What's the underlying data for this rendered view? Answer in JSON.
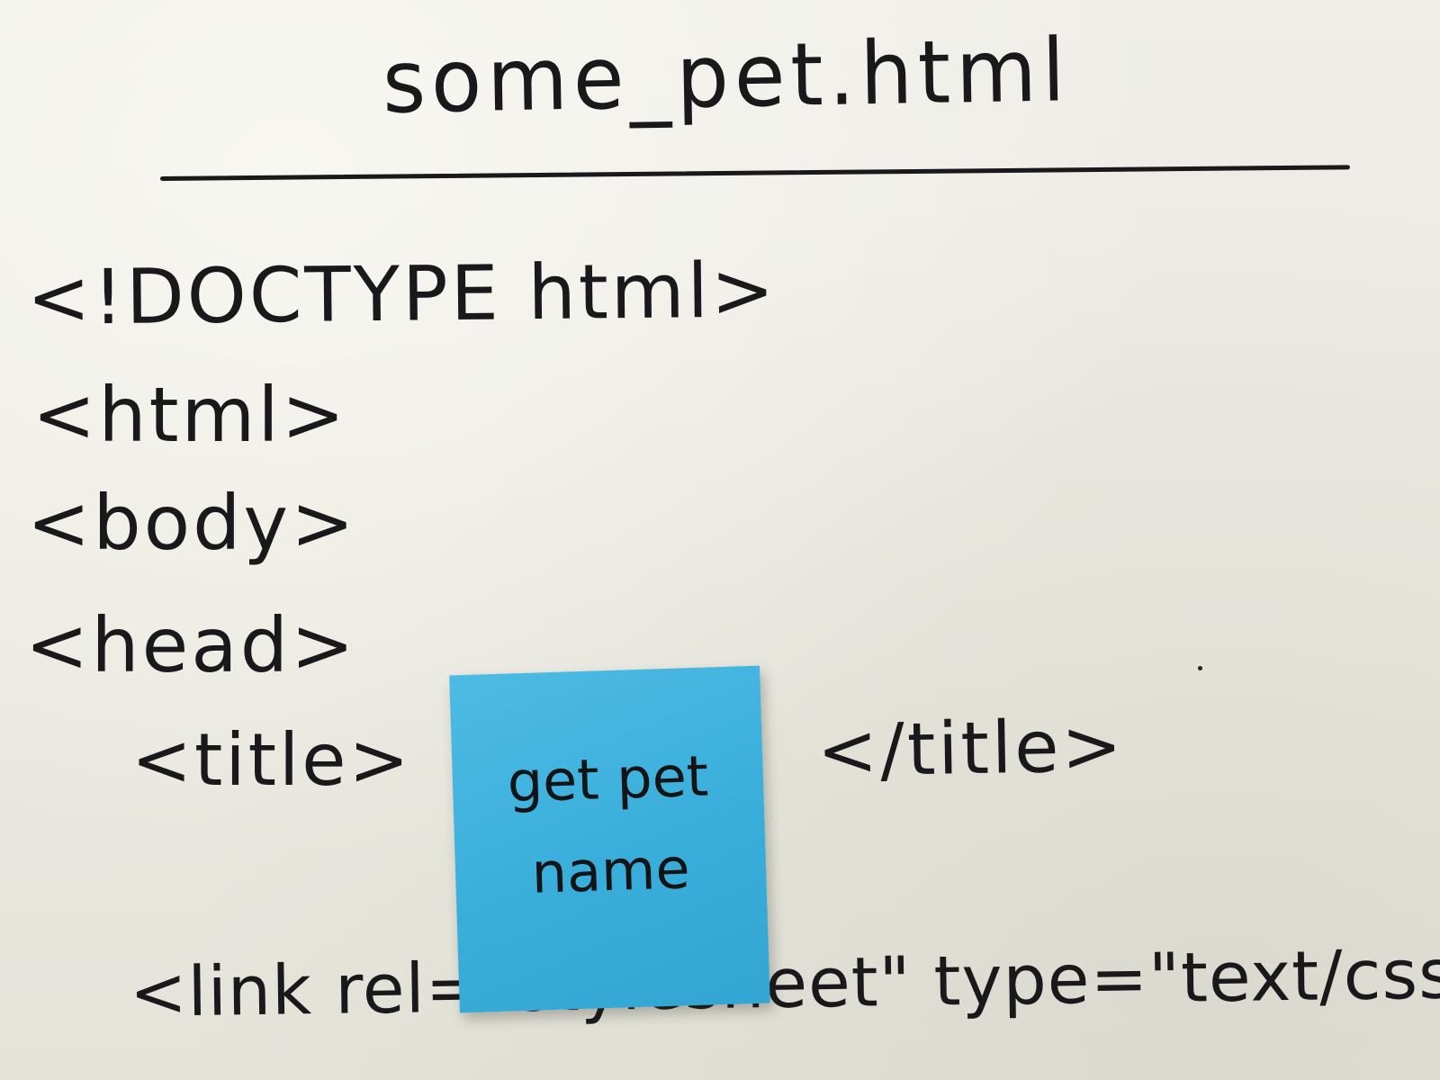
{
  "whiteboard": {
    "filename": "some_pet.html",
    "lines": [
      "<!DOCTYPE html>",
      "<html>",
      "<body>",
      "<head>",
      "<title>",
      "</title>",
      "<link rel=\"stylesheet\" type=\"text/css\" href=\""
    ]
  },
  "sticky_note": {
    "text": "get pet name",
    "color": "#3aaedb"
  },
  "colors": {
    "board": "#ecebe4",
    "ink": "#19191c"
  }
}
